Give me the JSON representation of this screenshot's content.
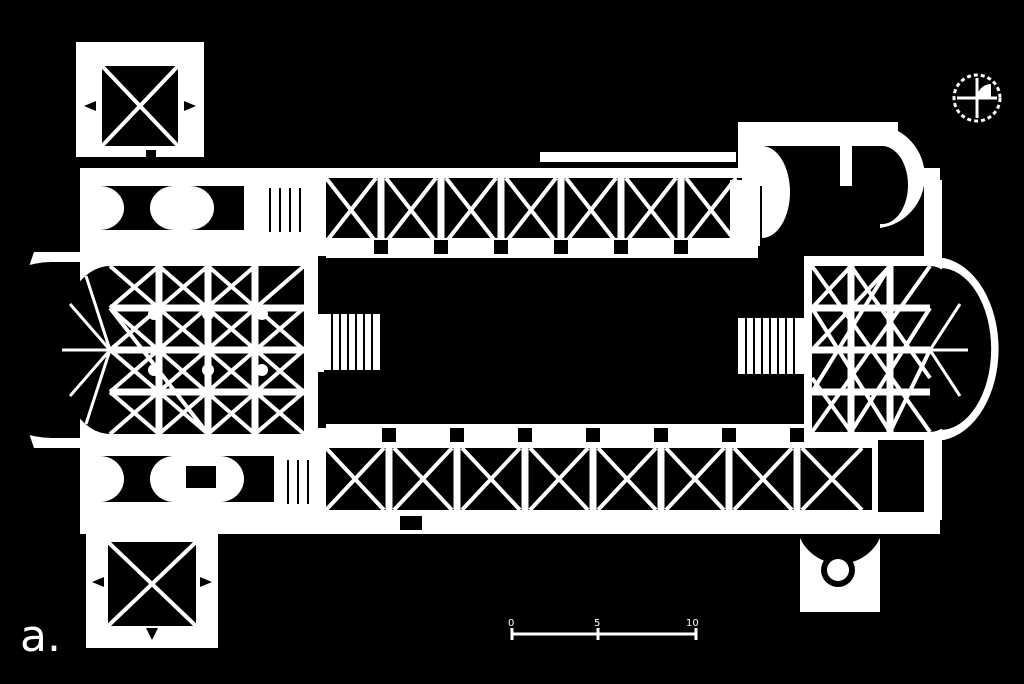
{
  "figure": {
    "panel_label": "a.",
    "scale_bar": {
      "labels": [
        "0",
        "5",
        "10"
      ]
    },
    "north_symbol": "north-arrow-icon",
    "colors": {
      "background": "#000000",
      "ink": "#ffffff"
    }
  }
}
